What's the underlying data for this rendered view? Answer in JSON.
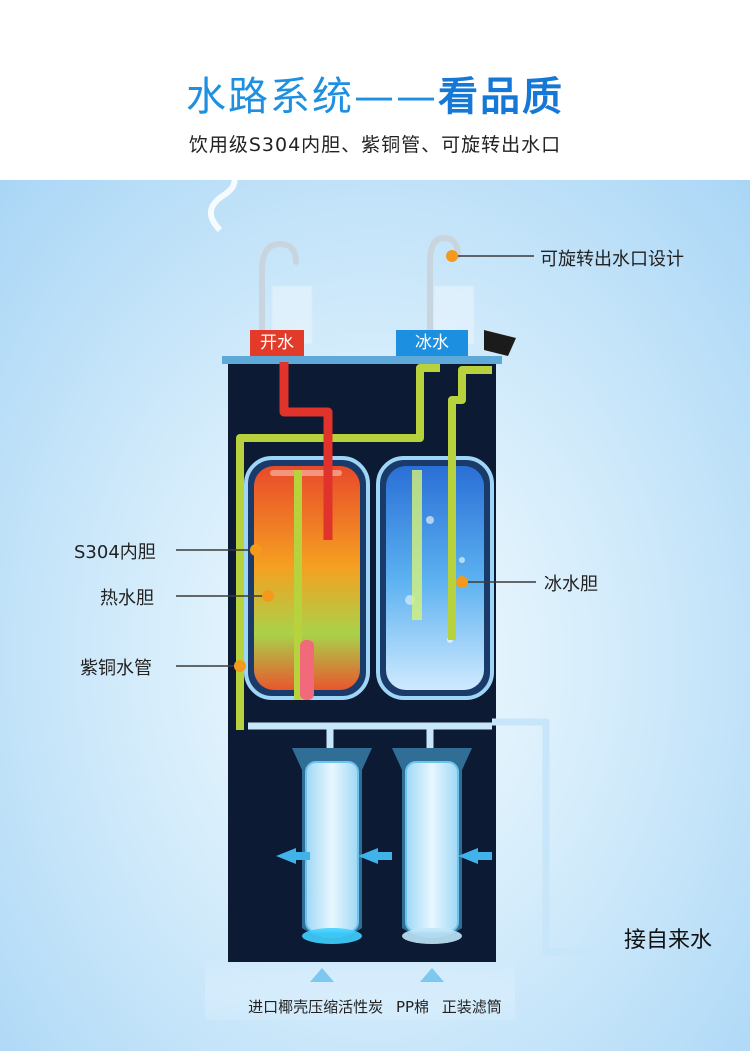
{
  "header": {
    "title_light": "水路系统——",
    "title_bold": "看品质",
    "subtitle": "饮用级S304内胆、紫铜管、可旋转出水口"
  },
  "tags": {
    "hot": "开水",
    "cold": "冰水"
  },
  "labels": {
    "rotating_outlet": "可旋转出水口设计",
    "s304_tank": "S304内胆",
    "hot_tank": "热水胆",
    "copper_pipe": "紫铜水管",
    "cold_tank": "冰水胆",
    "tap_water": "接自来水"
  },
  "footer": {
    "caption": "进口椰壳压缩活性炭 PP棉 正装滤筒"
  },
  "colors": {
    "accent_blue": "#1f8fe0",
    "hot_red": "#e23b2a",
    "cold_blue": "#1d8fe0",
    "pointer_orange": "#f39a1c",
    "cabinet": "#0c1a33"
  }
}
